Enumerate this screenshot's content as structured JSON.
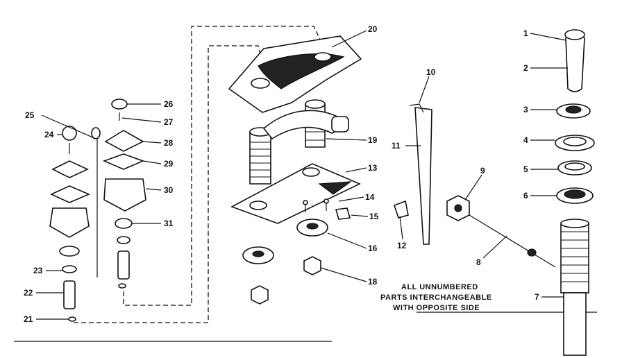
{
  "labels": [
    "1",
    "2",
    "3",
    "4",
    "5",
    "6",
    "7",
    "8",
    "9",
    "10",
    "11",
    "12",
    "13",
    "14",
    "15",
    "16",
    "18",
    "19",
    "20",
    "21",
    "22",
    "23",
    "24",
    "25",
    "26",
    "27",
    "28",
    "29",
    "30",
    "31"
  ],
  "note": {
    "line1": "ALL UNNUMBERED",
    "line2": "PARTS INTERCHANGEABLE",
    "line3": "WITH OPPOSITE SIDE"
  }
}
